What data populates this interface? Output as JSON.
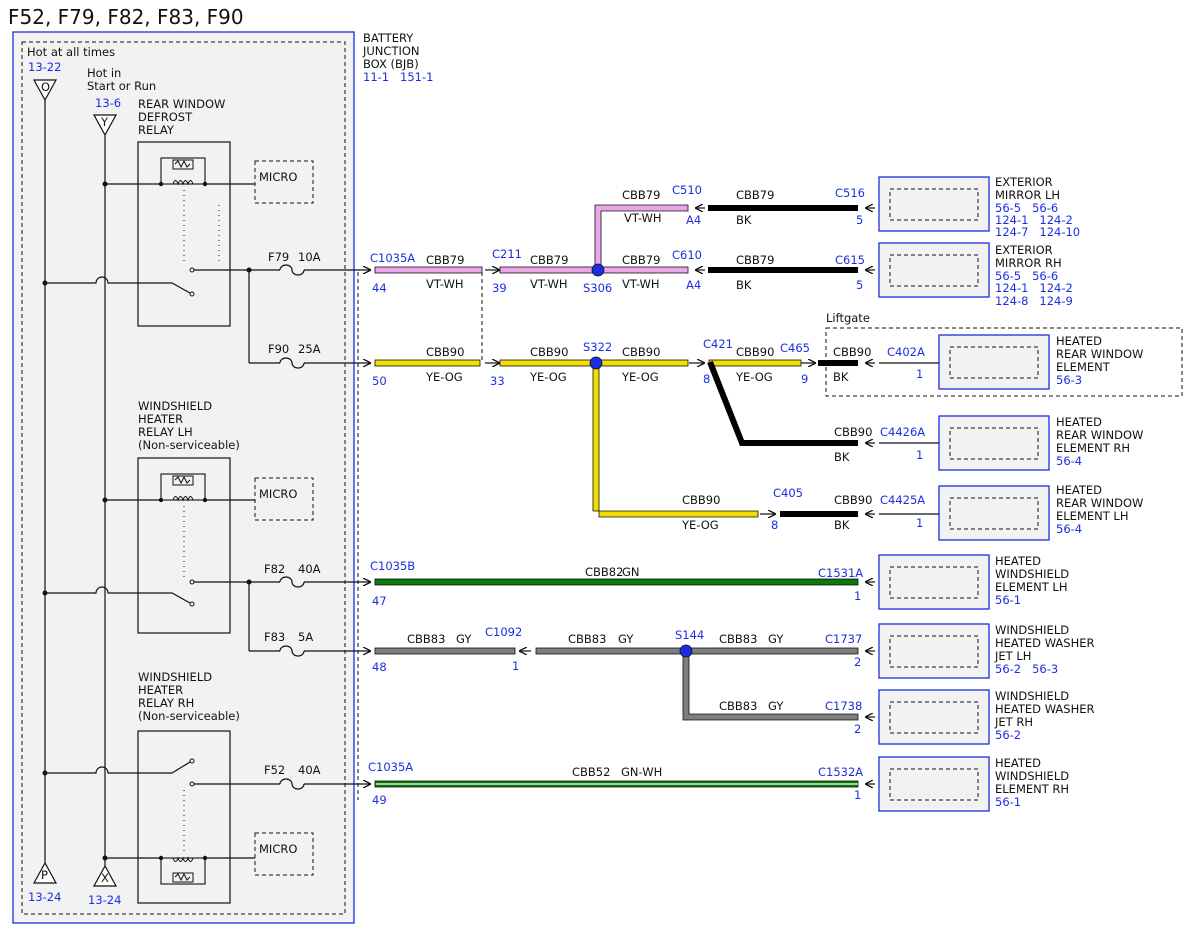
{
  "title": "F52, F79, F82, F83, F90",
  "bjb": {
    "lines": [
      "BATTERY",
      "JUNCTION",
      "BOX (BJB)"
    ],
    "refs": [
      "11-1",
      "151-1"
    ],
    "hot_all": "Hot at all times",
    "hot_run": [
      "Hot in",
      "Start or Run"
    ],
    "ref_o": "13-22",
    "ref_y": "13-6",
    "ref_p": "13-24",
    "ref_x": "13-24",
    "letter_o": "O",
    "letter_y": "Y",
    "letter_p": "P",
    "letter_x": "X"
  },
  "relays": [
    {
      "lines": [
        "REAR WINDOW",
        "DEFROST",
        "RELAY"
      ],
      "micro": "MICRO"
    },
    {
      "lines": [
        "WINDSHIELD",
        "HEATER",
        "RELAY LH",
        "(Non-serviceable)"
      ],
      "micro": "MICRO"
    },
    {
      "lines": [
        "WINDSHIELD",
        "HEATER",
        "RELAY RH",
        "(Non-serviceable)"
      ],
      "micro": "MICRO"
    }
  ],
  "fuses": [
    {
      "id": "F79",
      "amps": "10A"
    },
    {
      "id": "F90",
      "amps": "25A"
    },
    {
      "id": "F82",
      "amps": "40A"
    },
    {
      "id": "F83",
      "amps": "5A"
    },
    {
      "id": "F52",
      "amps": "40A"
    }
  ],
  "wire_colors": {
    "vt_wh": "#e9a6e9",
    "ye_og": "#f2de00",
    "bk": "#000000",
    "gn": "#0b7a0b",
    "gy": "#7f7f7f",
    "gn_wh": "#0b7a0b",
    "splice": "#1a2ee0",
    "ref_blue": "#1a2ee0"
  },
  "labels": {
    "c1035a": "C1035A",
    "c1035a_2": "C1035A",
    "c1035b": "C1035B",
    "cbb79": "CBB79",
    "cbb90": "CBB90",
    "cbb82": "CBB82",
    "cbb83": "CBB83",
    "cbb52": "CBB52",
    "vt_wh": "VT-WH",
    "ye_og": "YE-OG",
    "bk": "BK",
    "gn": "GN",
    "gy": "GY",
    "gn_wh": "GN-WH",
    "c211": "C211",
    "c510": "C510",
    "c610": "C610",
    "c516": "C516",
    "c615": "C615",
    "s306": "S306",
    "s322": "S322",
    "s144": "S144",
    "c421": "C421",
    "c465": "C465",
    "c402a": "C402A",
    "c4426a": "C4426A",
    "c405": "C405",
    "c4425a": "C4425A",
    "c1531a": "C1531A",
    "c1092": "C1092",
    "c1737": "C1737",
    "c1738": "C1738",
    "c1532a": "C1532A",
    "liftgate": "Liftgate",
    "pin_44": "44",
    "pin_39": "39",
    "pin_a4a": "A4",
    "pin_a4b": "A4",
    "pin_5a": "5",
    "pin_5b": "5",
    "pin_50": "50",
    "pin_33": "33",
    "pin_8a": "8",
    "pin_9": "9",
    "pin_1a": "1",
    "pin_1b": "1",
    "pin_8b": "8",
    "pin_1c": "1",
    "pin_47": "47",
    "pin_1d": "1",
    "pin_48": "48",
    "pin_1e": "1",
    "pin_2a": "2",
    "pin_2b": "2",
    "pin_49": "49",
    "pin_1f": "1"
  },
  "components": [
    {
      "lines": [
        "EXTERIOR",
        "MIRROR LH"
      ],
      "refs": [
        "56-5   56-6",
        "124-1   124-2",
        "124-7   124-10"
      ]
    },
    {
      "lines": [
        "EXTERIOR",
        "MIRROR RH"
      ],
      "refs": [
        "56-5   56-6",
        "124-1   124-2",
        "124-8   124-9"
      ]
    },
    {
      "lines": [
        "HEATED",
        "REAR WINDOW",
        "ELEMENT"
      ],
      "refs": [
        "56-3"
      ]
    },
    {
      "lines": [
        "HEATED",
        "REAR WINDOW",
        "ELEMENT RH"
      ],
      "refs": [
        "56-4"
      ]
    },
    {
      "lines": [
        "HEATED",
        "REAR WINDOW",
        "ELEMENT LH"
      ],
      "refs": [
        "56-4"
      ]
    },
    {
      "lines": [
        "HEATED",
        "WINDSHIELD",
        "ELEMENT LH"
      ],
      "refs": [
        "56-1"
      ]
    },
    {
      "lines": [
        "WINDSHIELD",
        "HEATED WASHER",
        "JET LH"
      ],
      "refs": [
        "56-2   56-3"
      ]
    },
    {
      "lines": [
        "WINDSHIELD",
        "HEATED WASHER",
        "JET RH"
      ],
      "refs": [
        "56-2"
      ]
    },
    {
      "lines": [
        "HEATED",
        "WINDSHIELD",
        "ELEMENT RH"
      ],
      "refs": [
        "56-1"
      ]
    }
  ]
}
